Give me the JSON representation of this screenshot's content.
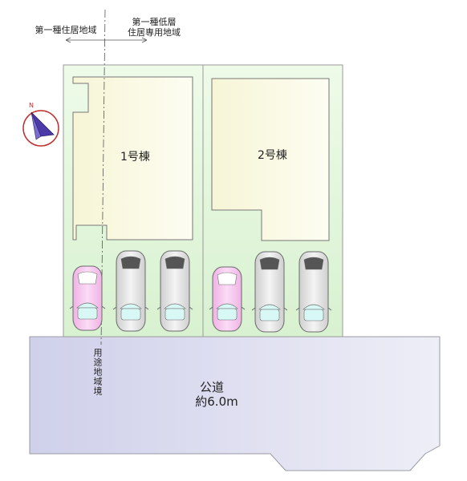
{
  "zones": {
    "left_label": "第一種住居地域",
    "right_label_line1": "第一種低層",
    "right_label_line2": "住居専用地域",
    "boundary_label": "用途地域境"
  },
  "compass": {
    "north_label": "N"
  },
  "lots": [
    {
      "house_label": "1号棟",
      "parking": [
        "pink",
        "silver",
        "silver"
      ]
    },
    {
      "house_label": "2号棟",
      "parking": [
        "pink",
        "silver",
        "silver"
      ]
    }
  ],
  "road": {
    "name": "公道",
    "width": "約6.0m"
  },
  "colors": {
    "lot_fill": "#e1f5dc",
    "building_fill": "#fbfae4",
    "road_fill": "#dcdcee",
    "car_pink": "#f6c8ee",
    "car_silver": "#e6e6e6",
    "glass": "#d8f8f6",
    "compass_ring": "#c03030",
    "compass_needle": "#4b3aa8"
  }
}
